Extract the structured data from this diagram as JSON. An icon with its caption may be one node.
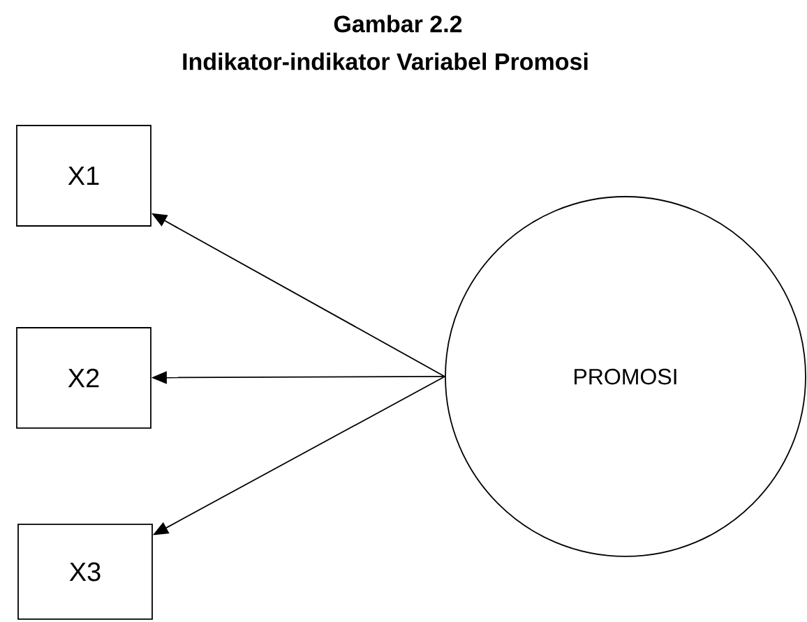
{
  "diagram": {
    "title": "Gambar 2.2",
    "nodes": [
      {
        "text": [
          "X1"
        ]
      },
      {
        "text": [
          "X2"
        ]
      },
      {
        "text": [
          "X3"
        ]
      },
      {
        "text": [
          "PROMOSI"
        ]
      }
    ],
    "edges": [
      {
        "from": 3,
        "to": 0,
        "arrow": "to"
      },
      {
        "from": 3,
        "to": 1,
        "arrow": "to"
      },
      {
        "from": 3,
        "to": 2,
        "arrow": "to"
      }
    ],
    "labels": [
      "Indikator-indikator Variabel Promosi"
    ]
  }
}
